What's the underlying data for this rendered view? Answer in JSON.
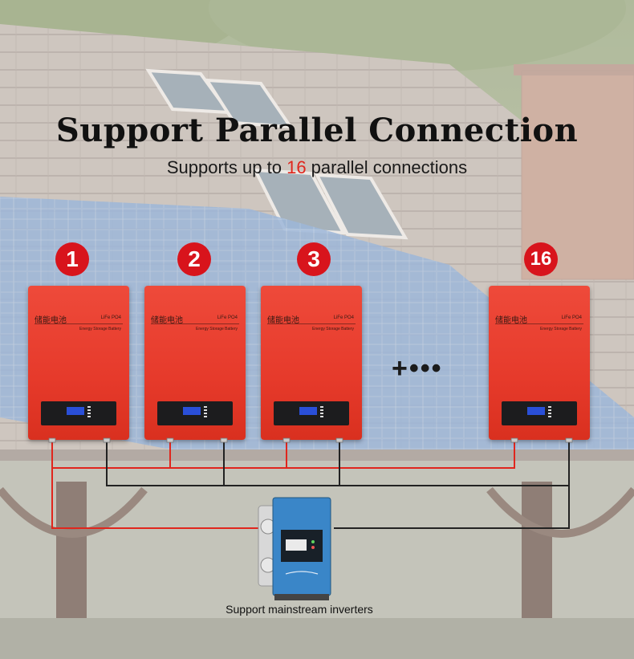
{
  "header": {
    "title": "Support Parallel Connection",
    "subtitle_prefix": "Supports up to ",
    "subtitle_highlight": "16",
    "subtitle_suffix": " parallel connections"
  },
  "batteries": [
    {
      "number": "1",
      "label_cn": "储能电池",
      "label_chem": "LiFe PO4",
      "label_type": "Energy Storage Battery"
    },
    {
      "number": "2",
      "label_cn": "储能电池",
      "label_chem": "LiFe PO4",
      "label_type": "Energy Storage Battery"
    },
    {
      "number": "3",
      "label_cn": "储能电池",
      "label_chem": "LiFe PO4",
      "label_type": "Energy Storage Battery"
    },
    {
      "number": "16",
      "label_cn": "储能电池",
      "label_chem": "LiFe PO4",
      "label_type": "Energy Storage Battery"
    }
  ],
  "continuation": "+•••",
  "inverter": {
    "label": "Support mainstream inverters"
  },
  "colors": {
    "accent": "#d8141c",
    "battery": "#e63a2b",
    "inverter": "#3a86c8",
    "wire_negative": "#222222"
  }
}
